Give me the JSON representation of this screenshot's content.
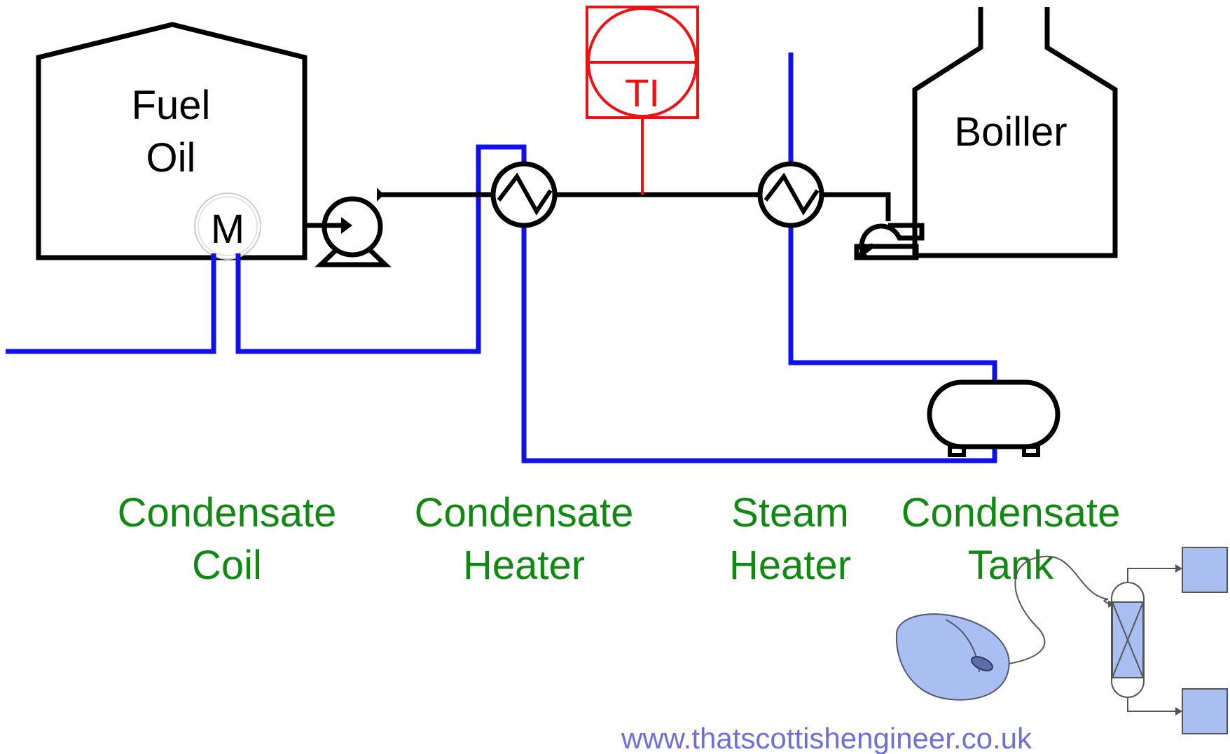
{
  "equipment": {
    "fuel_oil_tank": {
      "line1": "Fuel",
      "line2": "Oil"
    },
    "mixer_symbol": "M",
    "boiler": "Boiller",
    "temperature_indicator": "TI"
  },
  "labels": {
    "condensate_coil": {
      "line1": "Condensate",
      "line2": "Coil"
    },
    "condensate_heater": {
      "line1": "Condensate",
      "line2": "Heater"
    },
    "steam_heater": {
      "line1": "Steam",
      "line2": "Heater"
    },
    "condensate_tank": {
      "line1": "Condensate",
      "line2": "Tank"
    }
  },
  "footer": {
    "website": "www.thatscottishengineer.co.uk"
  },
  "colors": {
    "process_line": "#000000",
    "steam_condensate_line": "#1010ee",
    "instrument": "#ee1111",
    "label_text": "#118811",
    "website_text": "#6f6fd8",
    "logo_fill": "#a9bff2"
  },
  "icons": [
    "computer-mouse-icon",
    "distillation-column-icon",
    "product-box-icon"
  ]
}
